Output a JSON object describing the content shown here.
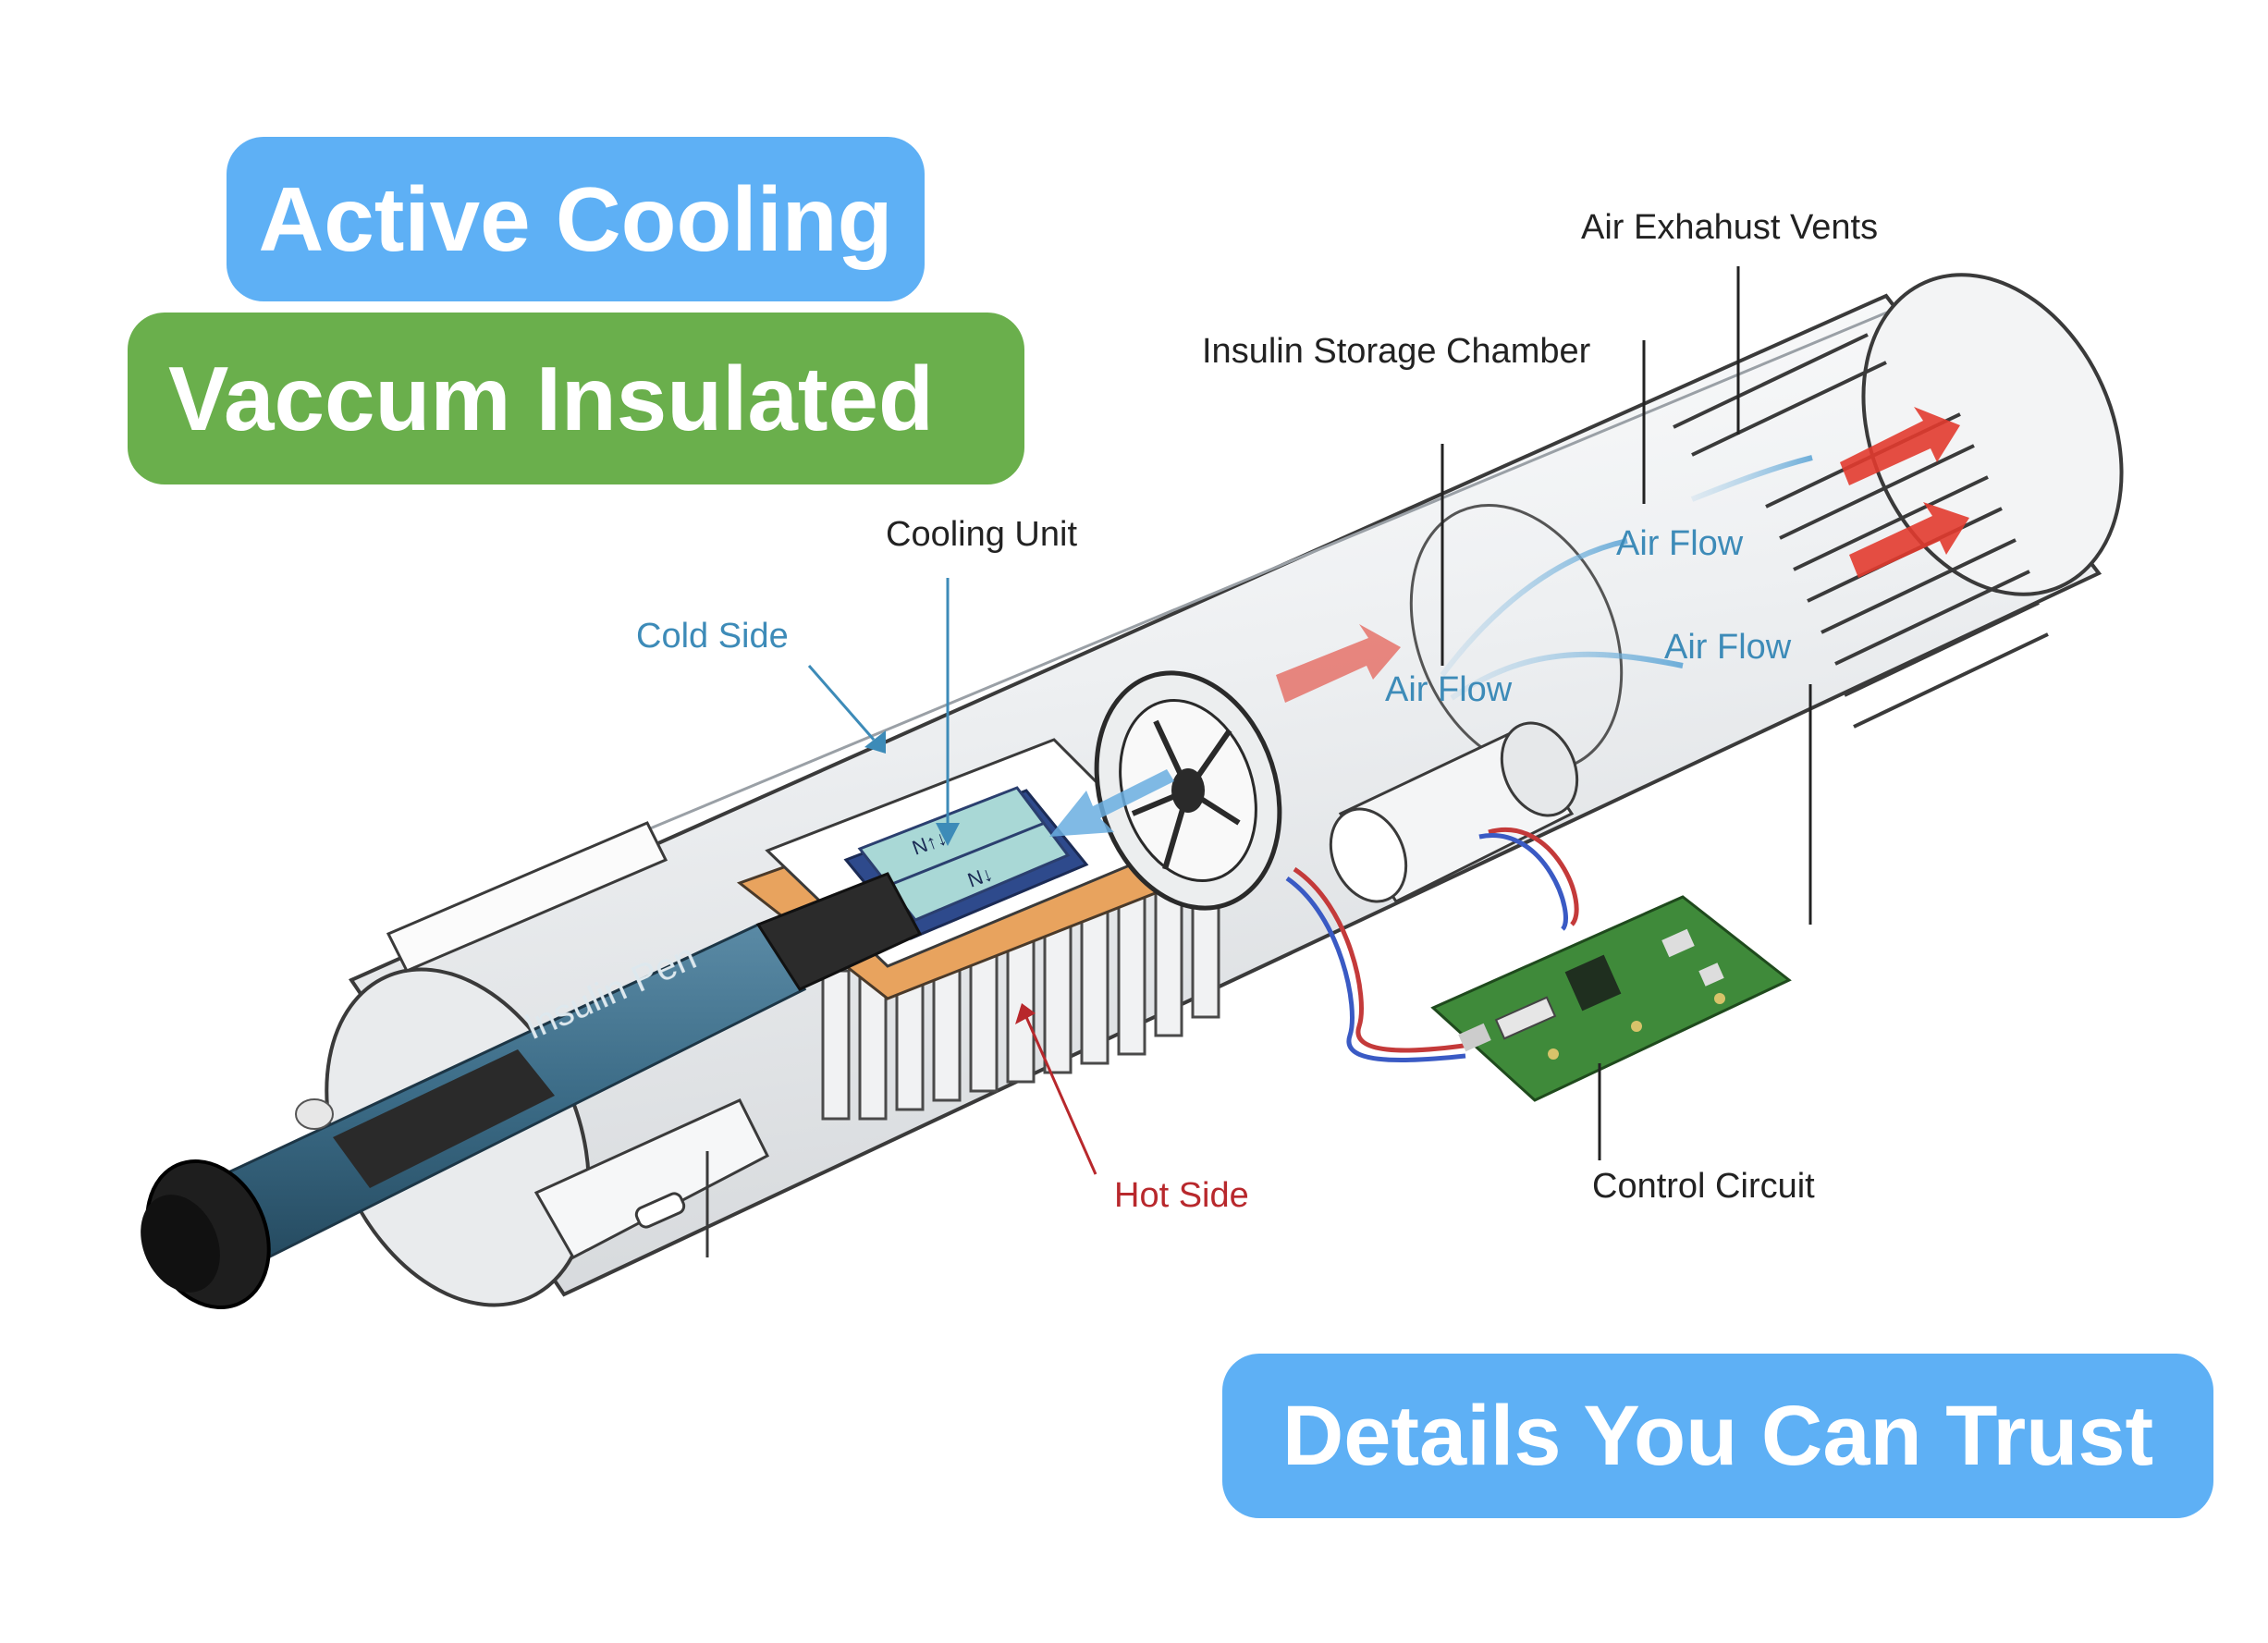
{
  "colors": {
    "badge_blue": "#5eb0f5",
    "badge_green": "#6aaf4c",
    "label_dark": "#222222",
    "label_blue": "#3d8bb8",
    "label_red": "#b8282c",
    "arrow_red": "#e23a2e",
    "pen_blue": "#3b6b86",
    "pcb_green": "#3f8a3a",
    "copper": "#e8a35e"
  },
  "badges": {
    "active_cooling": "Active Cooling",
    "vaccum_insulated": "Vaccum Insulated",
    "details_trust": "Details You Can Trust"
  },
  "labels": {
    "air_exhaust_vents": "Air Exhahust Vents",
    "insulin_storage_chamber": "Insulin Storage Chamber",
    "cooling_unit": "Cooling Unit",
    "cold_side": "Cold Side",
    "air_flow_1": "Air Flow",
    "air_flow_2": "Air Flow",
    "air_flow_3": "Air Flow",
    "hot_side": "Hot Side",
    "control_circuit": "Control Circuit",
    "insulin_pen": "Insulin Pen"
  },
  "icons": [
    "insulin-pen-icon",
    "cooling-fan-icon",
    "heat-sink-icon",
    "peltier-module-icon",
    "circuit-board-icon",
    "motor-icon",
    "exhaust-vent-icon"
  ]
}
